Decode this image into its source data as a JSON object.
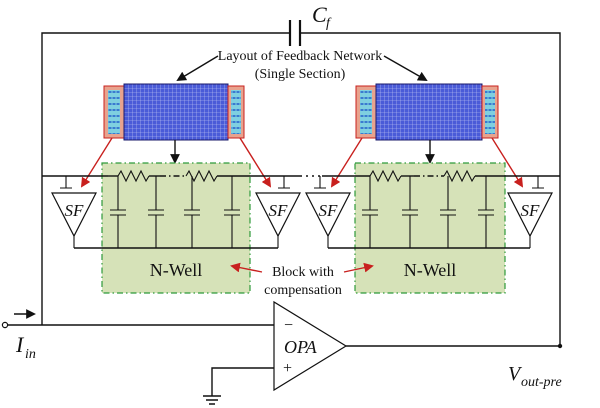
{
  "labels": {
    "cf_main": "C",
    "cf_sub": "f",
    "layout_line1": "Layout of Feedback Network",
    "layout_line2": "(Single Section)",
    "sf": "SF",
    "nwell": "N-Well",
    "block_line1": "Block with",
    "block_line2": "compensation",
    "opa": "OPA",
    "opa_minus": "−",
    "opa_plus": "+",
    "iin_main": "I",
    "iin_sub": "in",
    "vout_main": "V",
    "vout_sub": "out-pre"
  },
  "colors": {
    "wire": "#111111",
    "arrow_red": "#c8201e",
    "nwell_fill": "#d6e2b8",
    "nwell_border": "#2e9a3a",
    "layout_grid": "#4a5bd8",
    "layout_side": "#e8a38e"
  }
}
